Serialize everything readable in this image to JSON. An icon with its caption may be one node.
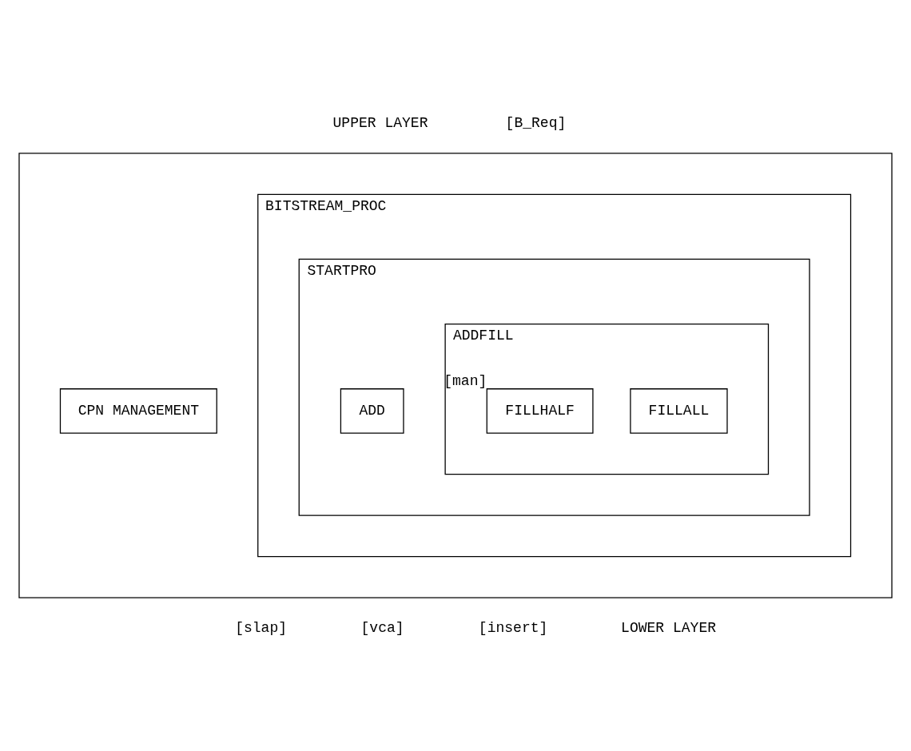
{
  "diagram": {
    "nodes": [
      {
        "text": [],
        "shape": "box"
      },
      {
        "text": [
          "BITSTREAM_PROC"
        ],
        "in": 0
      },
      {
        "text": [
          "CPN MANAGEMENT"
        ],
        "in": 0
      },
      {
        "text": [
          "STARTPRO"
        ],
        "in": 1
      },
      {
        "text": [
          "ADD"
        ],
        "in": 3
      },
      {
        "text": [
          "ADDFILL"
        ],
        "in": 3
      },
      {
        "text": [
          "FILLALL"
        ],
        "in": 5
      },
      {
        "text": [
          "FILLHALF"
        ],
        "in": 5,
        "beside": [
          "[man]"
        ]
      }
    ],
    "edges": [],
    "labels": [
      "UPPER LAYER",
      "[B_Req]",
      "[slap]",
      "[vca]",
      "[insert]",
      "LOWER LAYER"
    ]
  }
}
